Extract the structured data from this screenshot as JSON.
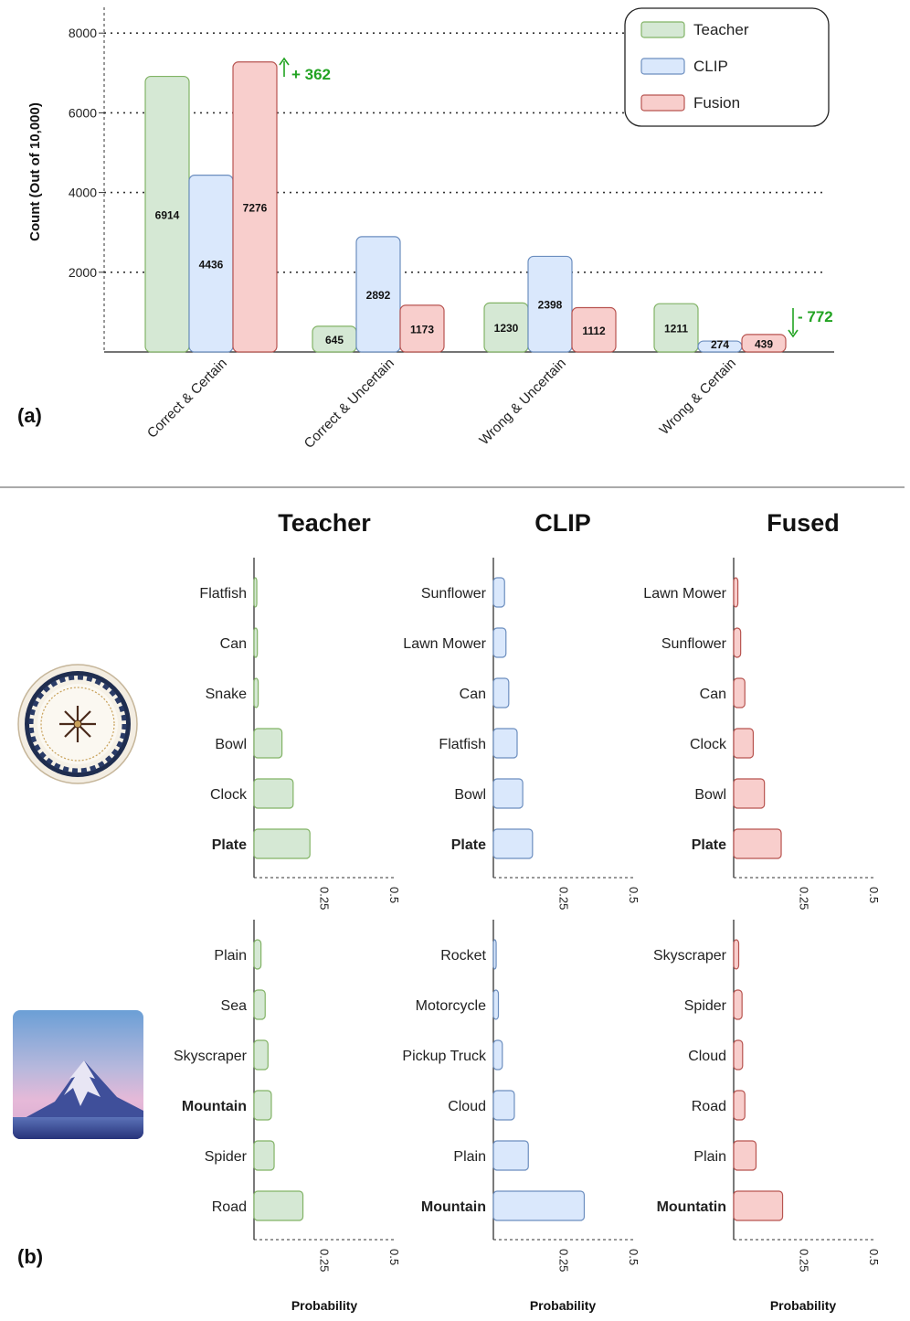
{
  "colors": {
    "green_fill": "#d5e8d4",
    "green_stroke": "#82b366",
    "blue_fill": "#dae8fc",
    "blue_stroke": "#6c8ebf",
    "red_fill": "#f8cecc",
    "red_stroke": "#b85450",
    "annotation_green": "#22a322"
  },
  "panel_a": {
    "label": "(a)",
    "annotation_up": "+ 362",
    "annotation_down": "- 772"
  },
  "panel_b": {
    "label": "(b)",
    "column_titles": [
      "Teacher",
      "CLIP",
      "Fused"
    ],
    "xlabel": "Probability",
    "images": [
      "decorative-plate-image",
      "mountain-image"
    ]
  },
  "chart_data": [
    {
      "type": "bar",
      "ylabel": "Count (Out of 10,000)",
      "categories": [
        "Correct & Certain",
        "Correct & Uncertain",
        "Wrong & Uncertain",
        "Wrong & Certain"
      ],
      "series": [
        {
          "name": "Teacher",
          "values": [
            6914,
            645,
            1230,
            1211
          ]
        },
        {
          "name": "CLIP",
          "values": [
            4436,
            2892,
            2398,
            274
          ]
        },
        {
          "name": "Fusion",
          "values": [
            7276,
            1173,
            1112,
            439
          ]
        }
      ],
      "yticks": [
        2000,
        4000,
        6000,
        8000
      ],
      "grid": "dotted horizontal",
      "legend": "top-right"
    },
    {
      "type": "bar",
      "orientation": "horizontal",
      "title": "Teacher",
      "categories": [
        "Flatfish",
        "Can",
        "Snake",
        "Bowl",
        "Clock",
        "Plate"
      ],
      "values": [
        0.01,
        0.012,
        0.015,
        0.1,
        0.14,
        0.2
      ],
      "bold_category": "Plate",
      "xticks": [
        0.25,
        0.5
      ]
    },
    {
      "type": "bar",
      "orientation": "horizontal",
      "title": "CLIP",
      "categories": [
        "Sunflower",
        "Lawn Mower",
        "Can",
        "Flatfish",
        "Bowl",
        "Plate"
      ],
      "values": [
        0.04,
        0.045,
        0.055,
        0.085,
        0.105,
        0.14
      ],
      "bold_category": "Plate",
      "xticks": [
        0.25,
        0.5
      ]
    },
    {
      "type": "bar",
      "orientation": "horizontal",
      "title": "Fused",
      "categories": [
        "Lawn Mower",
        "Sunflower",
        "Can",
        "Clock",
        "Bowl",
        "Plate"
      ],
      "values": [
        0.015,
        0.025,
        0.04,
        0.07,
        0.11,
        0.17
      ],
      "bold_category": "Plate",
      "xticks": [
        0.25,
        0.5
      ]
    },
    {
      "type": "bar",
      "orientation": "horizontal",
      "title": "Teacher",
      "categories": [
        "Plain",
        "Sea",
        "Skyscraper",
        "Mountain",
        "Spider",
        "Road"
      ],
      "values": [
        0.025,
        0.04,
        0.05,
        0.062,
        0.072,
        0.175
      ],
      "bold_category": "Mountain",
      "xticks": [
        0.25,
        0.5
      ]
    },
    {
      "type": "bar",
      "orientation": "horizontal",
      "title": "CLIP",
      "categories": [
        "Rocket",
        "Motorcycle",
        "Pickup Truck",
        "Cloud",
        "Plain",
        "Mountain"
      ],
      "values": [
        0.01,
        0.018,
        0.032,
        0.075,
        0.125,
        0.325
      ],
      "bold_category": "Mountain",
      "xticks": [
        0.25,
        0.5
      ]
    },
    {
      "type": "bar",
      "orientation": "horizontal",
      "title": "Fused",
      "categories": [
        "Skyscraper",
        "Spider",
        "Cloud",
        "Road",
        "Plain",
        "Mountatin"
      ],
      "values": [
        0.018,
        0.03,
        0.032,
        0.04,
        0.08,
        0.175
      ],
      "bold_category": "Mountatin",
      "xticks": [
        0.25,
        0.5
      ]
    }
  ]
}
